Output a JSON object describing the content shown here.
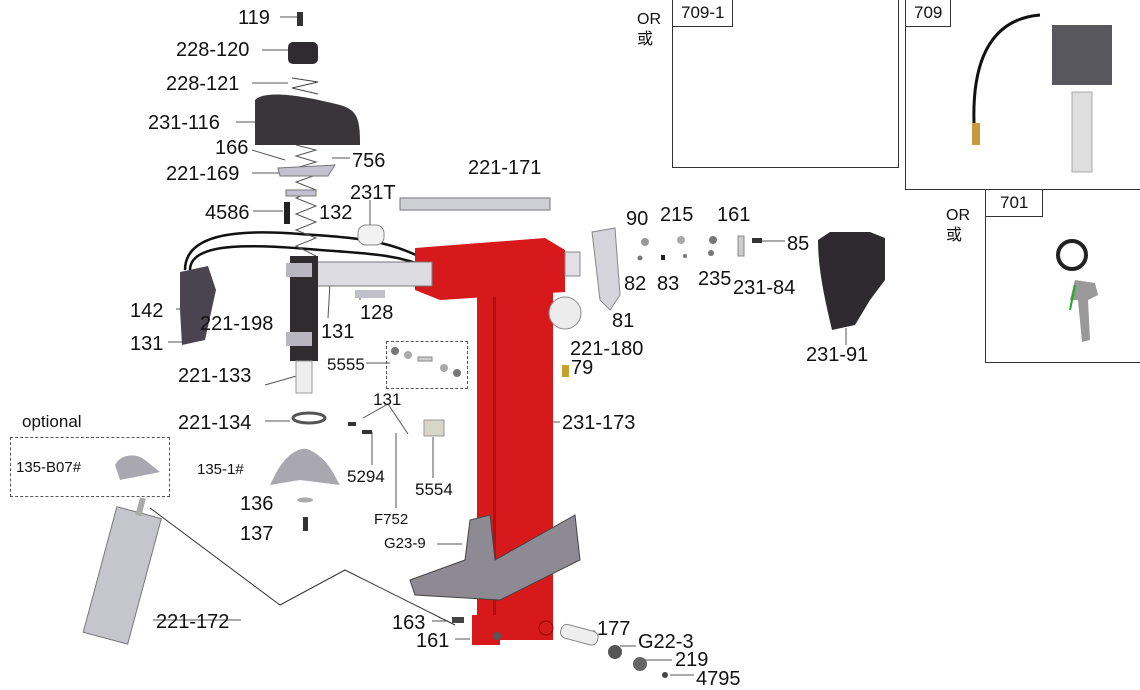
{
  "gauges": [
    {
      "code": "709-1",
      "or": "OR",
      "or_cn": "或"
    },
    {
      "code": "709"
    },
    {
      "code": "701",
      "or": "OR",
      "or_cn": "或"
    }
  ],
  "optional_label": "optional",
  "labels": {
    "p119": "119",
    "p228_120": "228-120",
    "p228_121": "228-121",
    "p231_116": "231-116",
    "p166": "166",
    "p756": "756",
    "p221_169": "221-169",
    "p4586": "4586",
    "p132": "132",
    "p231T": "231T",
    "p221_171": "221-171",
    "p142": "142",
    "p221_198": "221-198",
    "p131a": "131",
    "p131b": "131",
    "p128": "128",
    "p221_133": "221-133",
    "p5555": "5555",
    "p90": "90",
    "p215": "215",
    "p161a": "161",
    "p85": "85",
    "p82": "82",
    "p83": "83",
    "p235": "235",
    "p231_84": "231-84",
    "p81": "81",
    "p221_180": "221-180",
    "p79": "79",
    "p231_91": "231-91",
    "p221_134": "221-134",
    "p131c": "131",
    "p231_173": "231-173",
    "p135_B07": "135-B07#",
    "p135_1": "135-1#",
    "p5294": "5294",
    "p5554": "5554",
    "p136": "136",
    "p137": "137",
    "pF752": "F752",
    "pG23_9": "G23-9",
    "p221_172": "221-172",
    "p163": "163",
    "p161b": "161",
    "p177": "177",
    "pG22_3": "G22-3",
    "p219": "219",
    "p4795": "4795"
  },
  "colors": {
    "frame_red": "#d7191c",
    "part_dark": "#3a3538",
    "part_grey": "#8c8a92"
  }
}
